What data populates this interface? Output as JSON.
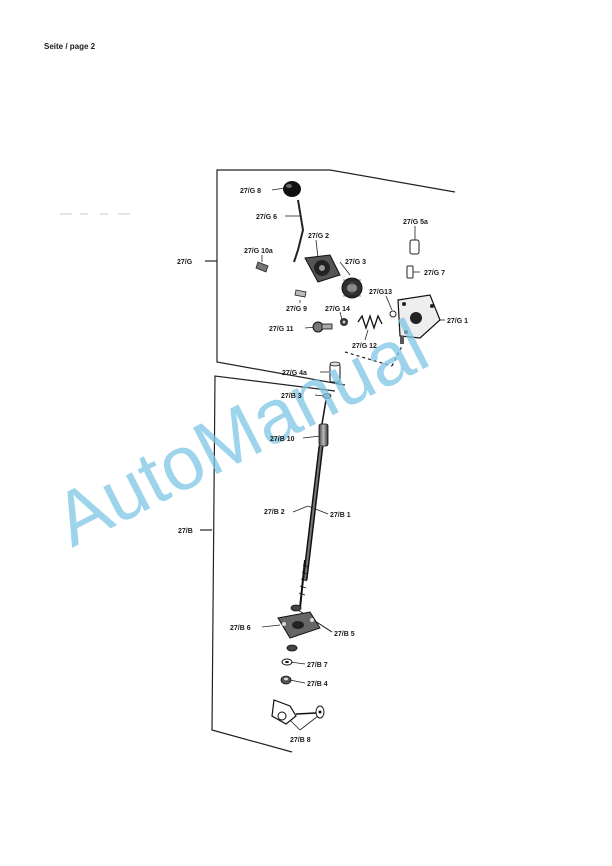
{
  "header": {
    "page_label": "Seite / page 2"
  },
  "groups": {
    "g": "27/G",
    "b": "27/B"
  },
  "parts": {
    "g8": "27/G 8",
    "g6": "27/G 6",
    "g2": "27/G 2",
    "g10a": "27/G 10a",
    "g3": "27/G 3",
    "g5a": "27/G 5a",
    "g7": "27/G 7",
    "g13": "27/G13",
    "g9": "27/G 9",
    "g14": "27/G 14",
    "g1": "27/G 1",
    "g11": "27/G 11",
    "g12": "27/G 12",
    "g4a": "27/G 4a",
    "b3": "27/B 3",
    "b10": "27/B 10",
    "b2": "27/B 2",
    "b1": "27/B 1",
    "b6": "27/B 6",
    "b5": "27/B 5",
    "b7": "27/B 7",
    "b4": "27/B 4",
    "b8": "27/B 8"
  },
  "watermark": {
    "text": "AutoManual",
    "color": "#7cc6e6"
  }
}
